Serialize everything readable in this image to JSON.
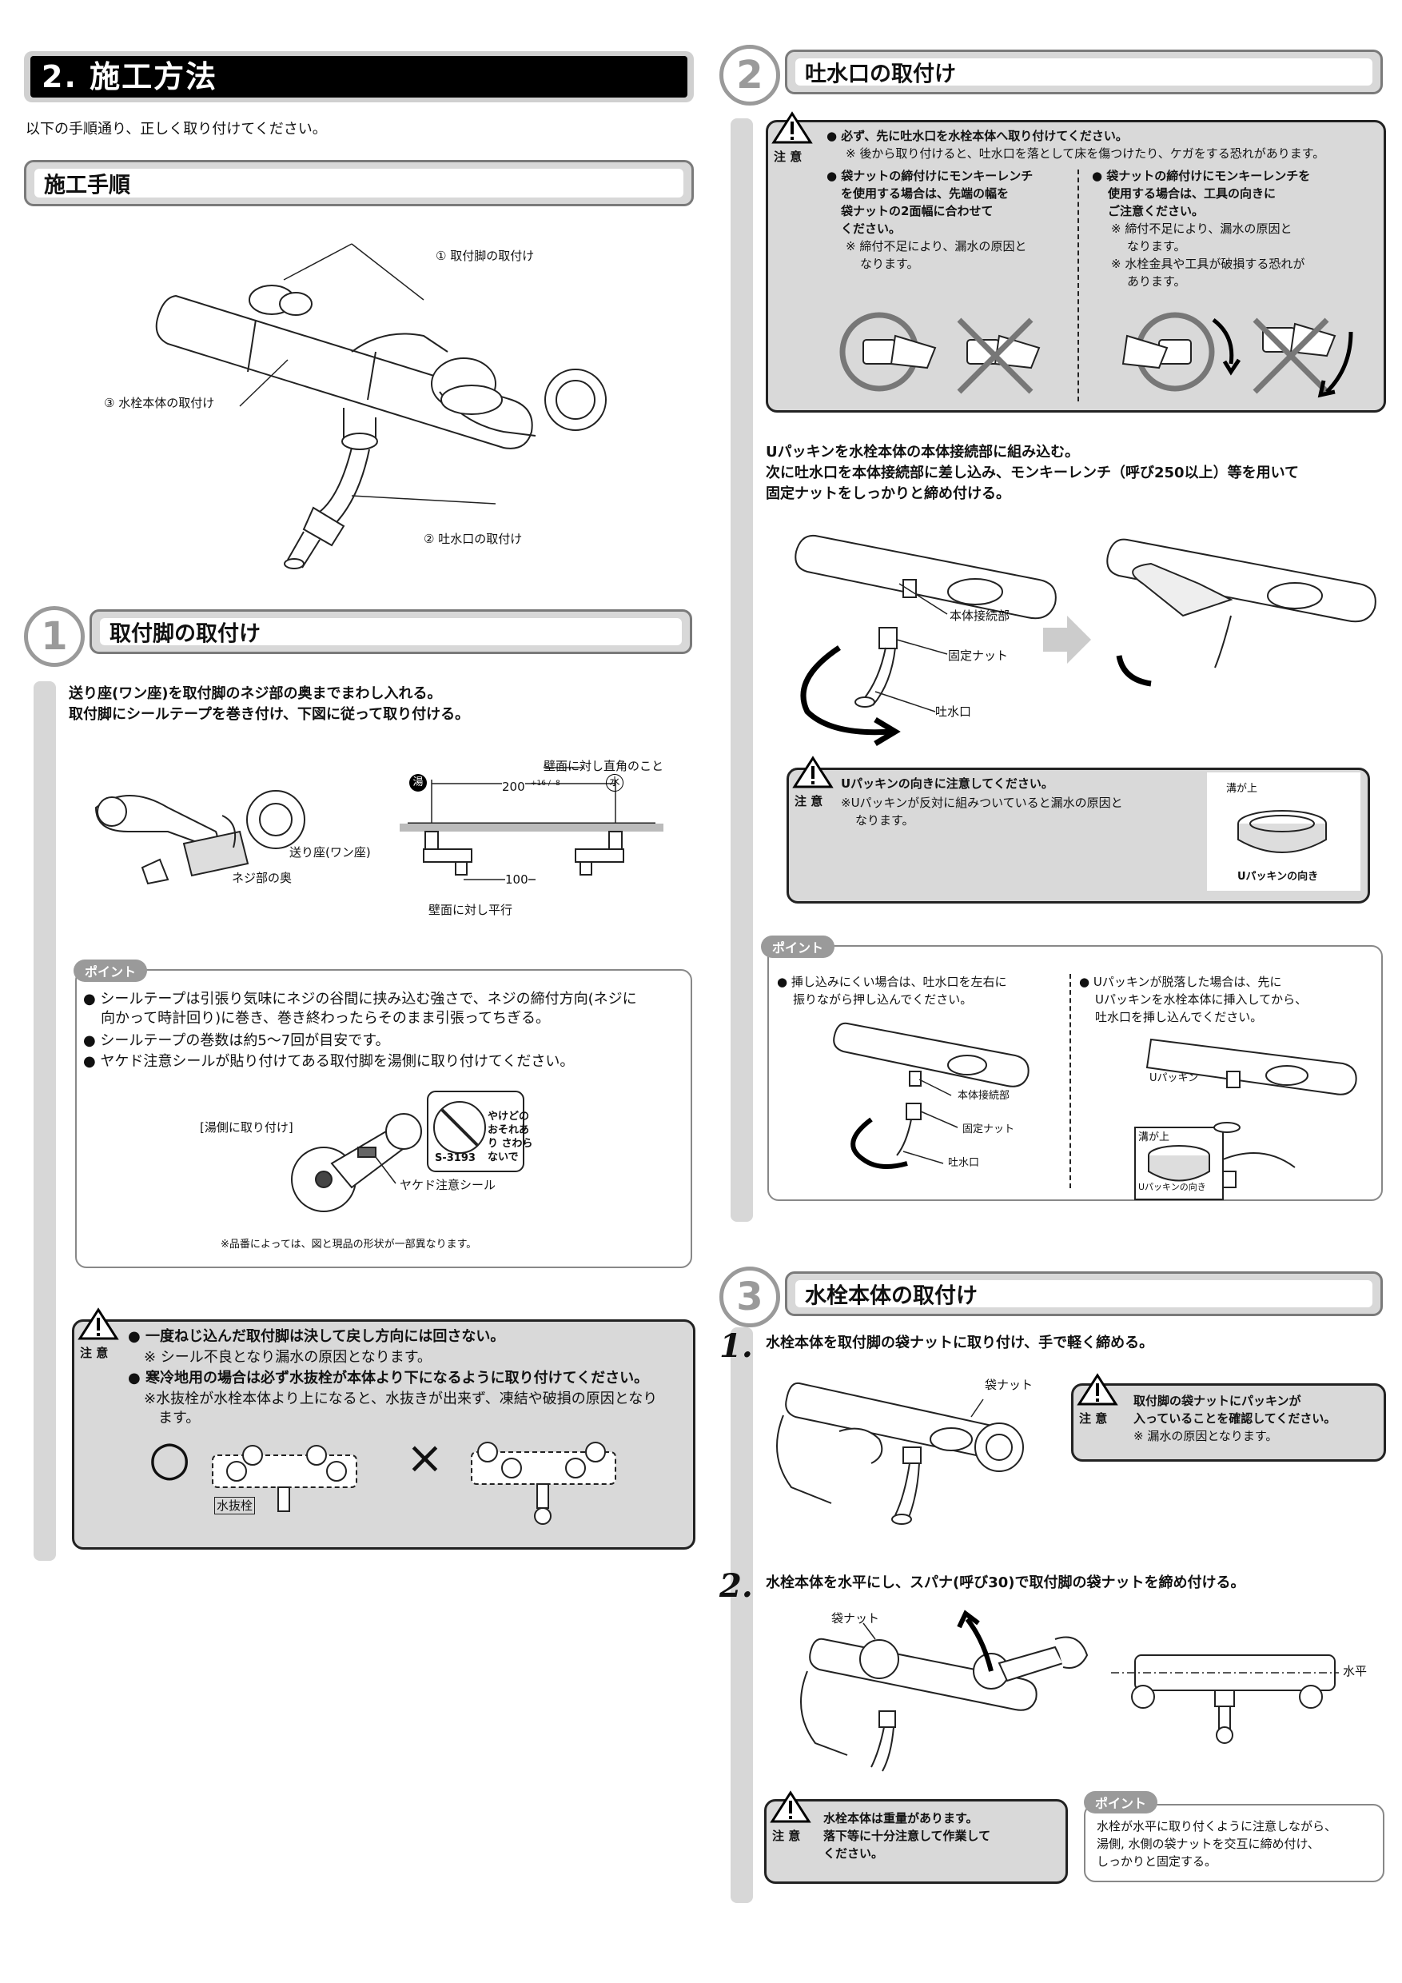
{
  "section": {
    "title": "2. 施工方法",
    "intro": "以下の手順通り、正しく取り付けてください。"
  },
  "procedure": {
    "title": "施工手順",
    "labels": {
      "l1": "① 取付脚の取付け",
      "l2": "② 吐水口の取付け",
      "l3": "③ 水栓本体の取付け"
    }
  },
  "step1": {
    "num": "1",
    "title": "取付脚の取付け",
    "text1": "送り座(ワン座)を取付脚のネジ部の奥までまわし入れる。",
    "text2": "取付脚にシールテープを巻き付け、下図に従って取り付ける。",
    "fig": {
      "okurizа": "送り座(ワン座)",
      "nejibu": "ネジ部の奥",
      "chokkaku": "壁面に対し直角のこと",
      "dim200": "200",
      "tol": "+16 / -8",
      "dim100": "100",
      "heiko": "壁面に対し平行",
      "yu": "湯",
      "mizu": "水"
    },
    "point": {
      "tag": "ポイント",
      "b1": "● シールテープは引張り気味にネジの谷間に挟み込む強さで、ネジの締付方向(ネジに",
      "b1b": "向かって時計回り)に巻き、巻き終わったらそのまま引張ってちぎる。",
      "b2": "● シールテープの巻数は約5～7回が目安です。",
      "b3": "● ヤケド注意シールが貼り付けてある取付脚を湯側に取り付けてください。",
      "yugawa": "[湯側に取り付け]",
      "seal": "ヤケド注意シール",
      "sealcode": "S-3193",
      "sealtext": "やけどの おそれあり さわらないで",
      "note": "※品番によっては、図と現品の形状が一部異なります。"
    },
    "caution": {
      "label": "注 意",
      "b1": "● 一度ねじ込んだ取付脚は決して戻し方向には回さない。",
      "b1n": "※ シール不良となり漏水の原因となります。",
      "b2": "● 寒冷地用の場合は必ず水抜栓が本体より下になるように取り付けてください。",
      "b2n": "※水抜栓が水栓本体より上になると、水抜きが出来ず、凍結や破損の原因となり",
      "b2n2": "ます。",
      "ok": "○",
      "ng": "×",
      "mizunuki": "水抜栓"
    }
  },
  "step2": {
    "num": "2",
    "title": "吐水口の取付け",
    "caution": {
      "label": "注 意",
      "b1": "● 必ず、先に吐水口を水栓本体へ取り付けてください。",
      "b1n": "※ 後から取り付けると、吐水口を落として床を傷つけたり、ケガをする恐れがあります。",
      "c1a": "● 袋ナットの締付けにモンキーレンチ",
      "c1b": "を使用する場合は、先端の幅を",
      "c1c": "袋ナットの2面幅に合わせて",
      "c1d": "ください。",
      "c1n": "※ 締付不足により、漏水の原因と",
      "c1n2": "なります。",
      "c2a": "● 袋ナットの締付けにモンキーレンチを",
      "c2b": "使用する場合は、工具の向きに",
      "c2c": "ご注意ください。",
      "c2n": "※ 締付不足により、漏水の原因と",
      "c2n2": "なります。",
      "c2n3": "※ 水栓金具や工具が破損する恐れが",
      "c2n4": "あります。"
    },
    "text1": "Uパッキンを水栓本体の本体接続部に組み込む。",
    "text2": "次に吐水口を本体接続部に差し込み、モンキーレンチ（呼び250以上）等を用いて",
    "text3": "固定ナットをしっかりと締め付ける。",
    "fig": {
      "honta": "本体接続部",
      "kotei": "固定ナット",
      "tosui": "吐水口"
    },
    "caution2": {
      "label": "注 意",
      "t1": "Uパッキンの向きに注意してください。",
      "t2": "※Uパッキンが反対に組みついていると漏水の原因と",
      "t3": "なります。",
      "mizo": "溝が上",
      "muki": "Uパッキンの向き"
    },
    "point": {
      "tag": "ポイント",
      "l1": "● 挿し込みにくい場合は、吐水口を左右に",
      "l2": "振りながら押し込んでください。",
      "r1": "● Uパッキンが脱落した場合は、先に",
      "r2": "Uパッキンを水栓本体に挿入してから、",
      "r3": "吐水口を挿し込んでください。",
      "honta": "本体接続部",
      "kotei": "固定ナット",
      "tosui": "吐水口",
      "upk": "Uパッキン",
      "mizo": "溝が上",
      "muki": "Uパッキンの向き"
    }
  },
  "step3": {
    "num": "3",
    "title": "水栓本体の取付け",
    "s1num": "1.",
    "s1text": "水栓本体を取付脚の袋ナットに取り付け、手で軽く締める。",
    "fukuro": "袋ナット",
    "caution1": {
      "label": "注 意",
      "t1": "取付脚の袋ナットにパッキンが",
      "t2": "入っていることを確認してください。",
      "t3": "※ 漏水の原因となります。"
    },
    "s2num": "2.",
    "s2text": "水栓本体を水平にし、スパナ(呼び30)で取付脚の袋ナットを締め付ける。",
    "fukuro2": "袋ナット",
    "suihei": "水平",
    "caution2": {
      "label": "注 意",
      "t1": "水栓本体は重量があります。",
      "t2": "落下等に十分注意して作業して",
      "t3": "ください。"
    },
    "point": {
      "tag": "ポイント",
      "t1": "水栓が水平に取り付くように注意しながら、",
      "t2": "湯側, 水側の袋ナットを交互に締め付け、",
      "t3": "しっかりと固定する。"
    }
  }
}
